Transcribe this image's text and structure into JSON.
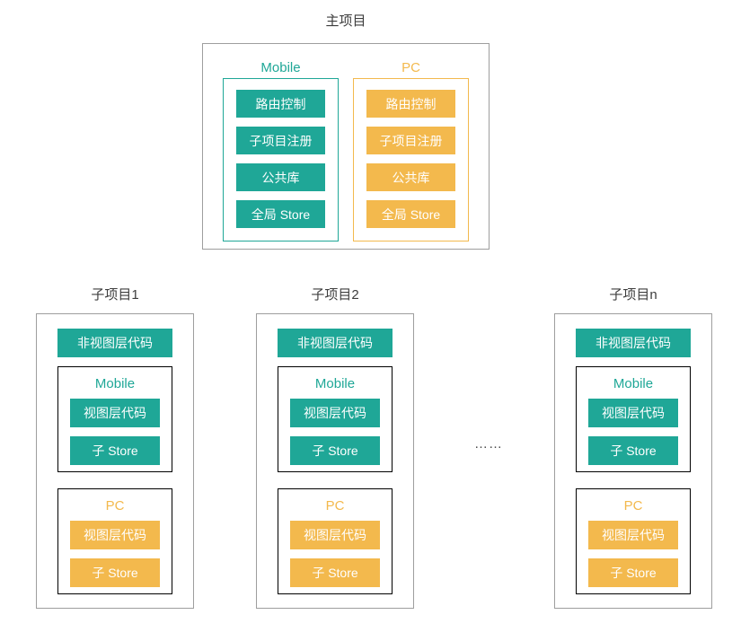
{
  "diagram": {
    "ellipsis": "……"
  },
  "colors": {
    "teal": "#1FA797",
    "orange": "#F3B94D",
    "outer_border": "#9E9E9E",
    "title_text": "#3D3D3D",
    "chip_text": "#FFFFFF",
    "ellipsis_text": "#4A4A4A",
    "background": "#FFFFFF"
  },
  "main_project": {
    "title": "主项目",
    "groups": [
      {
        "label": "Mobile",
        "items": [
          "路由控制",
          "子项目注册",
          "公共库",
          "全局 Store"
        ]
      },
      {
        "label": "PC",
        "items": [
          "路由控制",
          "子项目注册",
          "公共库",
          "全局 Store"
        ]
      }
    ]
  },
  "subprojects": [
    {
      "title": "子项目1",
      "non_view": "非视图层代码",
      "groups": [
        {
          "label": "Mobile",
          "items": [
            "视图层代码",
            "子 Store"
          ]
        },
        {
          "label": "PC",
          "items": [
            "视图层代码",
            "子 Store"
          ]
        }
      ]
    },
    {
      "title": "子项目2",
      "non_view": "非视图层代码",
      "groups": [
        {
          "label": "Mobile",
          "items": [
            "视图层代码",
            "子 Store"
          ]
        },
        {
          "label": "PC",
          "items": [
            "视图层代码",
            "子 Store"
          ]
        }
      ]
    },
    {
      "title": "子项目n",
      "non_view": "非视图层代码",
      "groups": [
        {
          "label": "Mobile",
          "items": [
            "视图层代码",
            "子 Store"
          ]
        },
        {
          "label": "PC",
          "items": [
            "视图层代码",
            "子 Store"
          ]
        }
      ]
    }
  ]
}
